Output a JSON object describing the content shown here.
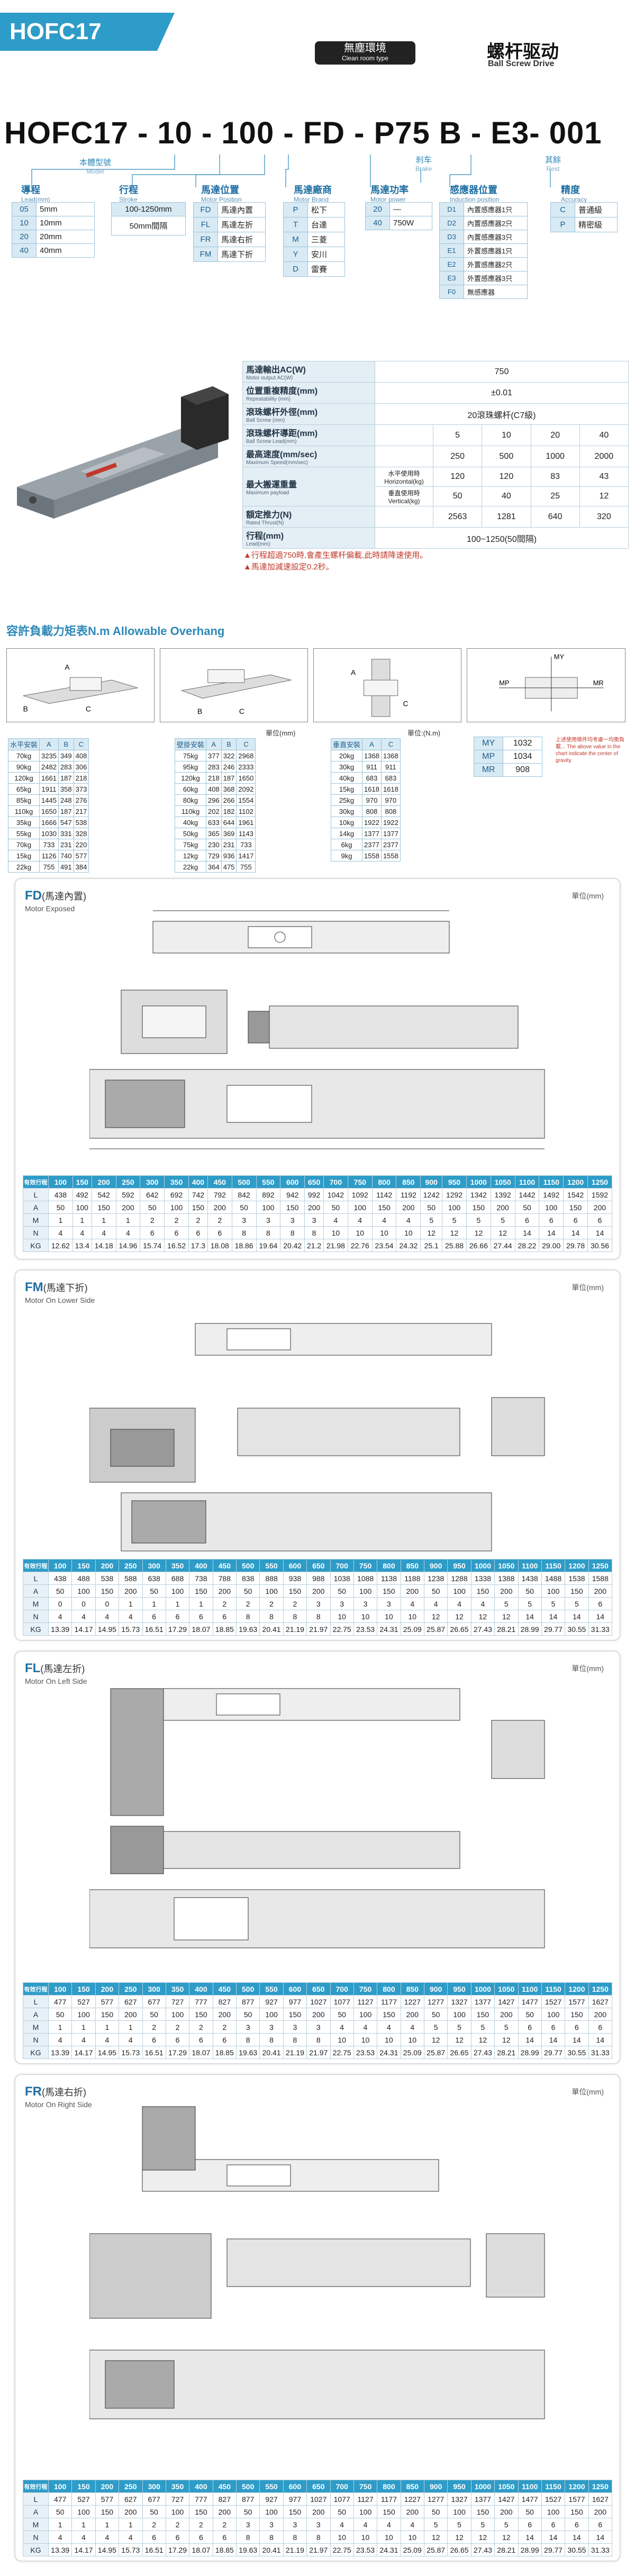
{
  "header": {
    "tab": "HOFC17",
    "clean_cn": "無塵環境",
    "clean_en": "Clean room type",
    "title_cn": "螺杆驱动",
    "title_en": "Ball Screw Drive"
  },
  "model": {
    "code": "HOFC17 - 10 - 100 - FD - P75 B - E3- 001",
    "labels": {
      "model_cn": "本體型號",
      "model_en": "Model",
      "brake_cn": "刹车",
      "brake_en": "Brake",
      "rest_cn": "其餘",
      "rest_en": "Rest"
    }
  },
  "options": {
    "lead": {
      "title_cn": "導程",
      "title_en": "Lead(mm)",
      "rows": [
        [
          "05",
          "5mm"
        ],
        [
          "10",
          "10mm"
        ],
        [
          "20",
          "20mm"
        ],
        [
          "40",
          "40mm"
        ]
      ]
    },
    "stroke": {
      "title_cn": "行程",
      "title_en": "Stroke",
      "rows": [
        "100-1250mm",
        "50mm間隔"
      ]
    },
    "motor_pos": {
      "title_cn": "馬達位置",
      "title_en": "Motor Position",
      "rows": [
        [
          "FD",
          "馬達內置"
        ],
        [
          "FL",
          "馬達左折"
        ],
        [
          "FR",
          "馬達右折"
        ],
        [
          "FM",
          "馬達下折"
        ]
      ]
    },
    "motor_brand": {
      "title_cn": "馬達廠商",
      "title_en": "Motor Brand",
      "rows": [
        [
          "P",
          "松下"
        ],
        [
          "T",
          "台達"
        ],
        [
          "M",
          "三菱"
        ],
        [
          "Y",
          "安川"
        ],
        [
          "D",
          "雷賽"
        ]
      ]
    },
    "motor_power": {
      "title_cn": "馬達功率",
      "title_en": "Motor power",
      "rows": [
        [
          "20",
          "—"
        ],
        [
          "40",
          "750W"
        ]
      ]
    },
    "sensor": {
      "title_cn": "感應器位置",
      "title_en": "Induction position",
      "rows": [
        [
          "D1",
          "內置感應器1只"
        ],
        [
          "D2",
          "內置感應器2只"
        ],
        [
          "D3",
          "內置感應器3只"
        ],
        [
          "E1",
          "外置感應器1只"
        ],
        [
          "E2",
          "外置感應器2只"
        ],
        [
          "E3",
          "外置感應器3只"
        ],
        [
          "F0",
          "無感應器"
        ]
      ]
    },
    "accuracy": {
      "title_cn": "精度",
      "title_en": "Accuracy",
      "rows": [
        [
          "C",
          "普通級"
        ],
        [
          "P",
          "精密級"
        ]
      ]
    }
  },
  "spec": {
    "rows": [
      {
        "h": "馬達輸出AC(W)",
        "s": "Motor output  AC(W)",
        "v": [
          "750"
        ]
      },
      {
        "h": "位置重複精度(mm)",
        "s": "Repeatability (mm)",
        "v": [
          "±0.01"
        ]
      },
      {
        "h": "滾珠螺杆外徑(mm)",
        "s": "Ball Screw (mm)",
        "v": [
          "20滾珠螺杆(C7級)"
        ]
      },
      {
        "h": "滾珠螺杆導距(mm)",
        "s": "Ball Screw Lead(mm)",
        "v": [
          "5",
          "10",
          "20",
          "40"
        ]
      },
      {
        "h": "最高速度(mm/sec)",
        "s": "Maximum Speed(mm/sec)",
        "v": [
          "250",
          "500",
          "1000",
          "2000"
        ]
      },
      {
        "h": "最大搬運重量",
        "s": "Maximum payload",
        "sub": "水平使用時 Horizontal(kg)",
        "v": [
          "120",
          "120",
          "83",
          "43"
        ]
      },
      {
        "h": "",
        "s": "",
        "sub": "垂直使用時 Vertical(kg)",
        "v": [
          "50",
          "40",
          "25",
          "12"
        ]
      },
      {
        "h": "額定推力(N)",
        "s": "Rated Thrust(N)",
        "v": [
          "2563",
          "1281",
          "640",
          "320"
        ]
      },
      {
        "h": "行程(mm)",
        "s": "Lead(mm)",
        "v": [
          "100~1250(50間隔)"
        ]
      }
    ],
    "notes": [
      "▲行程超過750時,會產生螺杆偏載,此時請降速使用。",
      "▲馬達加減速設定0.2秒。"
    ]
  },
  "overhang": {
    "title": "容許負載力矩表N.m Allowable Overhang",
    "unit": "單位(mm)",
    "t1": {
      "head": [
        "水平安裝",
        "A",
        "B",
        "C"
      ],
      "rows": [
        [
          "70kg",
          "3235",
          "349",
          "408"
        ],
        [
          "90kg",
          "2482",
          "283",
          "306"
        ],
        [
          "120kg",
          "1661",
          "187",
          "218"
        ],
        [
          "65kg",
          "1911",
          "358",
          "373"
        ],
        [
          "85kg",
          "1445",
          "248",
          "276"
        ],
        [
          "110kg",
          "1650",
          "187",
          "217"
        ],
        [
          "35kg",
          "1666",
          "547",
          "538"
        ],
        [
          "55kg",
          "1030",
          "331",
          "328"
        ],
        [
          "70kg",
          "733",
          "231",
          "220"
        ],
        [
          "15kg",
          "1126",
          "740",
          "577"
        ],
        [
          "22kg",
          "755",
          "491",
          "384"
        ]
      ]
    },
    "t2": {
      "head": [
        "壁掛安裝",
        "A",
        "B",
        "C"
      ],
      "rows": [
        [
          "75kg",
          "377",
          "322",
          "2968"
        ],
        [
          "95kg",
          "283",
          "246",
          "2333"
        ],
        [
          "120kg",
          "218",
          "187",
          "1650"
        ],
        [
          "60kg",
          "408",
          "368",
          "2092"
        ],
        [
          "80kg",
          "296",
          "266",
          "1554"
        ],
        [
          "110kg",
          "202",
          "182",
          "1102"
        ],
        [
          "40kg",
          "633",
          "644",
          "1961"
        ],
        [
          "50kg",
          "365",
          "369",
          "1143"
        ],
        [
          "75kg",
          "230",
          "231",
          "733"
        ],
        [
          "12kg",
          "729",
          "936",
          "1417"
        ],
        [
          "22kg",
          "364",
          "475",
          "755"
        ]
      ]
    },
    "t3": {
      "head": [
        "垂直安裝",
        "A",
        "C"
      ],
      "rows": [
        [
          "20kg",
          "1368",
          "1368"
        ],
        [
          "30kg",
          "911",
          "911"
        ],
        [
          "40kg",
          "683",
          "683"
        ],
        [
          "15kg",
          "1618",
          "1618"
        ],
        [
          "25kg",
          "970",
          "970"
        ],
        [
          "30kg",
          "808",
          "808"
        ],
        [
          "10kg",
          "1922",
          "1922"
        ],
        [
          "14kg",
          "1377",
          "1377"
        ],
        [
          "6kg",
          "2377",
          "2377"
        ],
        [
          "9kg",
          "1558",
          "1558"
        ]
      ]
    },
    "moment": {
      "unit": "單位:(N.m)",
      "rows": [
        [
          "MY",
          "1032"
        ],
        [
          "MP",
          "1034"
        ],
        [
          "MR",
          "908"
        ]
      ]
    },
    "moment_note": "上述使用條件均考慮一均衡負載... The above value in the chart indicate the center of gravity."
  },
  "sections": [
    {
      "code": "FD",
      "cn": "(馬達內置)",
      "en": "Motor Exposed",
      "unit": "單位(mm)",
      "hdr": [
        "有效行程",
        "100",
        "150",
        "200",
        "250",
        "300",
        "350",
        "400",
        "450",
        "500",
        "550",
        "600",
        "650",
        "700",
        "750",
        "800",
        "850",
        "900",
        "950",
        "1000",
        "1050",
        "1100",
        "1150",
        "1200",
        "1250"
      ],
      "rows": [
        [
          "L",
          "438",
          "492",
          "542",
          "592",
          "642",
          "692",
          "742",
          "792",
          "842",
          "892",
          "942",
          "992",
          "1042",
          "1092",
          "1142",
          "1192",
          "1242",
          "1292",
          "1342",
          "1392",
          "1442",
          "1492",
          "1542",
          "1592"
        ],
        [
          "A",
          "50",
          "100",
          "150",
          "200",
          "50",
          "100",
          "150",
          "200",
          "50",
          "100",
          "150",
          "200",
          "50",
          "100",
          "150",
          "200",
          "50",
          "100",
          "150",
          "200",
          "50",
          "100",
          "150",
          "200"
        ],
        [
          "M",
          "1",
          "1",
          "1",
          "1",
          "2",
          "2",
          "2",
          "2",
          "3",
          "3",
          "3",
          "3",
          "4",
          "4",
          "4",
          "4",
          "5",
          "5",
          "5",
          "5",
          "6",
          "6",
          "6",
          "6"
        ],
        [
          "N",
          "4",
          "4",
          "4",
          "4",
          "6",
          "6",
          "6",
          "6",
          "8",
          "8",
          "8",
          "8",
          "10",
          "10",
          "10",
          "10",
          "12",
          "12",
          "12",
          "12",
          "14",
          "14",
          "14",
          "14"
        ],
        [
          "KG",
          "12.62",
          "13.4",
          "14.18",
          "14.96",
          "15.74",
          "16.52",
          "17.3",
          "18.08",
          "18.86",
          "19.64",
          "20.42",
          "21.2",
          "21.98",
          "22.76",
          "23.54",
          "24.32",
          "25.1",
          "25.88",
          "26.66",
          "27.44",
          "28.22",
          "29.00",
          "29.78",
          "30.56"
        ]
      ]
    },
    {
      "code": "FM",
      "cn": "(馬達下折)",
      "en": "Motor On Lower Side",
      "unit": "單位(mm)",
      "hdr": [
        "有效行程",
        "100",
        "150",
        "200",
        "250",
        "300",
        "350",
        "400",
        "450",
        "500",
        "550",
        "600",
        "650",
        "700",
        "750",
        "800",
        "850",
        "900",
        "950",
        "1000",
        "1050",
        "1100",
        "1150",
        "1200",
        "1250"
      ],
      "rows": [
        [
          "L",
          "438",
          "488",
          "538",
          "588",
          "638",
          "688",
          "738",
          "788",
          "838",
          "888",
          "938",
          "988",
          "1038",
          "1088",
          "1138",
          "1188",
          "1238",
          "1288",
          "1338",
          "1388",
          "1438",
          "1488",
          "1538",
          "1588"
        ],
        [
          "A",
          "50",
          "100",
          "150",
          "200",
          "50",
          "100",
          "150",
          "200",
          "50",
          "100",
          "150",
          "200",
          "50",
          "100",
          "150",
          "200",
          "50",
          "100",
          "150",
          "200",
          "50",
          "100",
          "150",
          "200"
        ],
        [
          "M",
          "0",
          "0",
          "0",
          "1",
          "1",
          "1",
          "1",
          "2",
          "2",
          "2",
          "2",
          "3",
          "3",
          "3",
          "3",
          "4",
          "4",
          "4",
          "4",
          "5",
          "5",
          "5",
          "5",
          "6"
        ],
        [
          "N",
          "4",
          "4",
          "4",
          "4",
          "6",
          "6",
          "6",
          "6",
          "8",
          "8",
          "8",
          "8",
          "10",
          "10",
          "10",
          "10",
          "12",
          "12",
          "12",
          "12",
          "14",
          "14",
          "14",
          "14"
        ],
        [
          "KG",
          "13.39",
          "14.17",
          "14.95",
          "15.73",
          "16.51",
          "17.29",
          "18.07",
          "18.85",
          "19.63",
          "20.41",
          "21.19",
          "21.97",
          "22.75",
          "23.53",
          "24.31",
          "25.09",
          "25.87",
          "26.65",
          "27.43",
          "28.21",
          "28.99",
          "29.77",
          "30.55",
          "31.33"
        ]
      ]
    },
    {
      "code": "FL",
      "cn": "(馬達左折)",
      "en": "Motor On Left Side",
      "unit": "單位(mm)",
      "hdr": [
        "有效行程",
        "100",
        "150",
        "200",
        "250",
        "300",
        "350",
        "400",
        "450",
        "500",
        "550",
        "600",
        "650",
        "700",
        "750",
        "800",
        "850",
        "900",
        "950",
        "1000",
        "1050",
        "1100",
        "1150",
        "1200",
        "1250"
      ],
      "rows": [
        [
          "L",
          "477",
          "527",
          "577",
          "627",
          "677",
          "727",
          "777",
          "827",
          "877",
          "927",
          "977",
          "1027",
          "1077",
          "1127",
          "1177",
          "1227",
          "1277",
          "1327",
          "1377",
          "1427",
          "1477",
          "1527",
          "1577",
          "1627"
        ],
        [
          "A",
          "50",
          "100",
          "150",
          "200",
          "50",
          "100",
          "150",
          "200",
          "50",
          "100",
          "150",
          "200",
          "50",
          "100",
          "150",
          "200",
          "50",
          "100",
          "150",
          "200",
          "50",
          "100",
          "150",
          "200"
        ],
        [
          "M",
          "1",
          "1",
          "1",
          "1",
          "2",
          "2",
          "2",
          "2",
          "3",
          "3",
          "3",
          "3",
          "4",
          "4",
          "4",
          "4",
          "5",
          "5",
          "5",
          "5",
          "6",
          "6",
          "6",
          "6"
        ],
        [
          "N",
          "4",
          "4",
          "4",
          "4",
          "6",
          "6",
          "6",
          "6",
          "8",
          "8",
          "8",
          "8",
          "10",
          "10",
          "10",
          "10",
          "12",
          "12",
          "12",
          "12",
          "14",
          "14",
          "14",
          "14"
        ],
        [
          "KG",
          "13.39",
          "14.17",
          "14.95",
          "15.73",
          "16.51",
          "17.29",
          "18.07",
          "18.85",
          "19.63",
          "20.41",
          "21.19",
          "21.97",
          "22.75",
          "23.53",
          "24.31",
          "25.09",
          "25.87",
          "26.65",
          "27.43",
          "28.21",
          "28.99",
          "29.77",
          "30.55",
          "31.33"
        ]
      ]
    },
    {
      "code": "FR",
      "cn": "(馬達右折)",
      "en": "Motor On Right Side",
      "unit": "單位(mm)",
      "hdr": [
        "有效行程",
        "100",
        "150",
        "200",
        "250",
        "300",
        "350",
        "400",
        "450",
        "500",
        "550",
        "600",
        "650",
        "700",
        "750",
        "800",
        "850",
        "900",
        "950",
        "1000",
        "1050",
        "1100",
        "1150",
        "1200",
        "1250"
      ],
      "rows": [
        [
          "L",
          "477",
          "527",
          "577",
          "627",
          "677",
          "727",
          "777",
          "827",
          "877",
          "927",
          "977",
          "1027",
          "1077",
          "1127",
          "1177",
          "1227",
          "1277",
          "1327",
          "1377",
          "1427",
          "1477",
          "1527",
          "1577",
          "1627"
        ],
        [
          "A",
          "50",
          "100",
          "150",
          "200",
          "50",
          "100",
          "150",
          "200",
          "50",
          "100",
          "150",
          "200",
          "50",
          "100",
          "150",
          "200",
          "50",
          "100",
          "150",
          "200",
          "50",
          "100",
          "150",
          "200"
        ],
        [
          "M",
          "1",
          "1",
          "1",
          "1",
          "2",
          "2",
          "2",
          "2",
          "3",
          "3",
          "3",
          "3",
          "4",
          "4",
          "4",
          "4",
          "5",
          "5",
          "5",
          "5",
          "6",
          "6",
          "6",
          "6"
        ],
        [
          "N",
          "4",
          "4",
          "4",
          "4",
          "6",
          "6",
          "6",
          "6",
          "8",
          "8",
          "8",
          "8",
          "10",
          "10",
          "10",
          "10",
          "12",
          "12",
          "12",
          "12",
          "14",
          "14",
          "14",
          "14"
        ],
        [
          "KG",
          "13.39",
          "14.17",
          "14.95",
          "15.73",
          "16.51",
          "17.29",
          "18.07",
          "18.85",
          "19.63",
          "20.41",
          "21.19",
          "21.97",
          "22.75",
          "23.53",
          "24.31",
          "25.09",
          "25.87",
          "26.65",
          "27.43",
          "28.21",
          "28.99",
          "29.77",
          "30.55",
          "31.33"
        ]
      ]
    }
  ]
}
